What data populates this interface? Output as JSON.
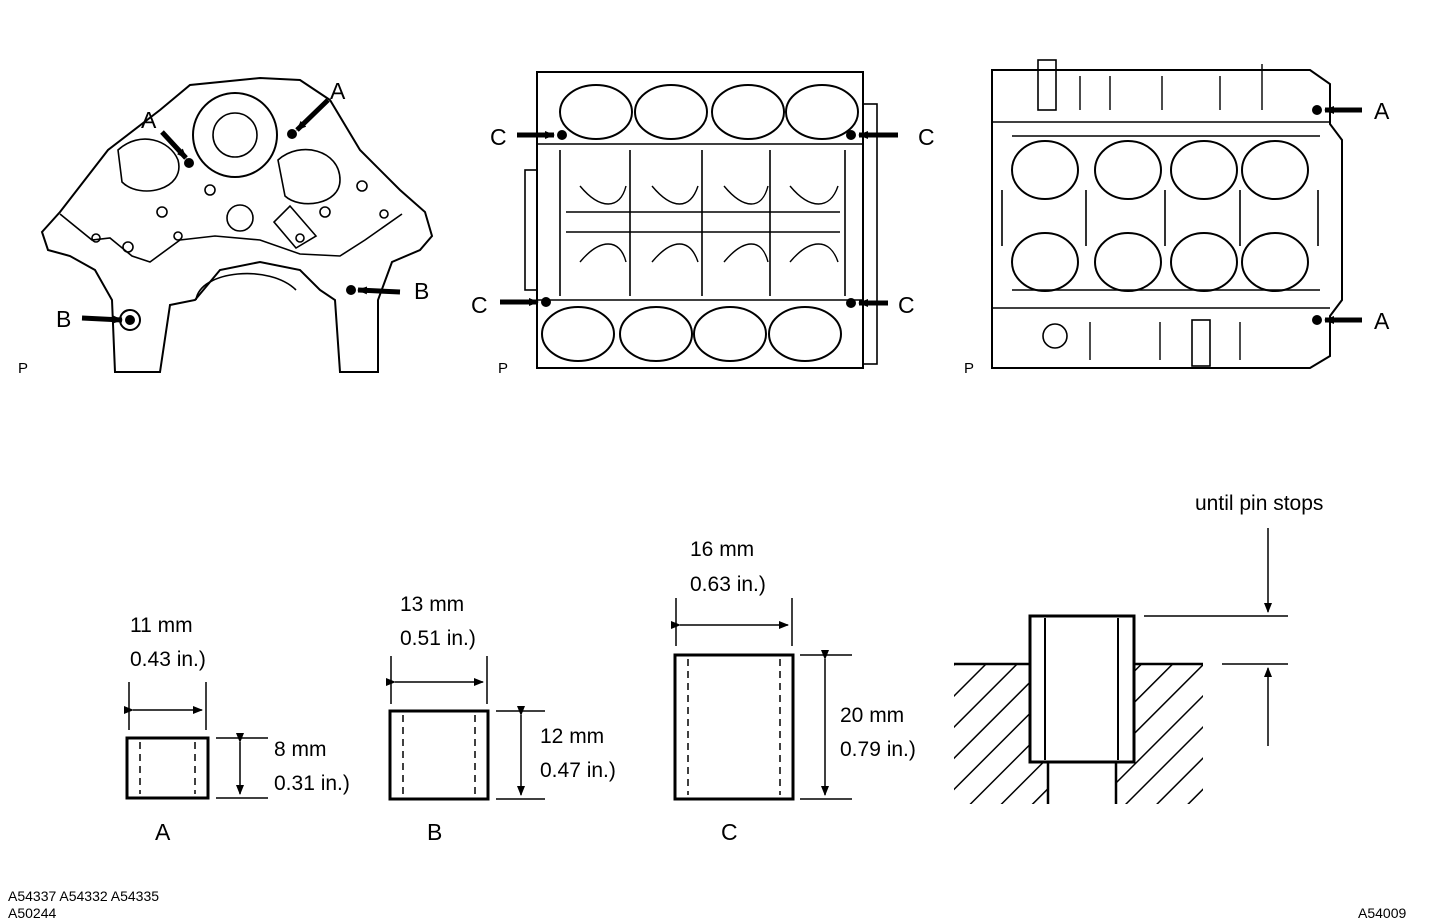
{
  "views": [
    {
      "id": "front",
      "view_label": "P",
      "callouts": [
        "A",
        "A",
        "B",
        "B"
      ]
    },
    {
      "id": "top",
      "view_label": "P",
      "callouts": [
        "C",
        "C",
        "C",
        "C"
      ]
    },
    {
      "id": "bottom",
      "view_label": "P",
      "callouts": [
        "A",
        "A"
      ]
    }
  ],
  "pins": [
    {
      "letter": "A",
      "diameter_mm": "11 mm",
      "diameter_in": "0.43 in.)",
      "length_mm": "8 mm",
      "length_in": "0.31 in.)"
    },
    {
      "letter": "B",
      "diameter_mm": "13 mm",
      "diameter_in": "0.51 in.)",
      "length_mm": "12 mm",
      "length_in": "0.47 in.)"
    },
    {
      "letter": "C",
      "diameter_mm": "16 mm",
      "diameter_in": "0.63 in.)",
      "length_mm": "20 mm",
      "length_in": "0.79 in.)"
    }
  ],
  "install_note": "until pin stops",
  "image_refs": {
    "left_line1": "A54337  A54332  A54335",
    "left_line2": "A50244",
    "right": "A54009"
  }
}
